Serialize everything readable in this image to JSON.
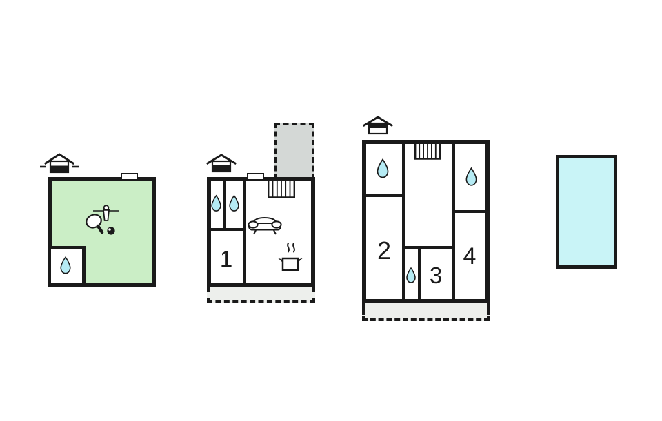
{
  "scene": {
    "type": "vacation-home-floor-plan",
    "background": "#ffffff"
  },
  "colors": {
    "wall": "#1a1a1a",
    "annex_floor_fill": "#cbeec6",
    "water_drop_fill": "#b5ebf4",
    "pool_fill": "#c9f4f7",
    "terrace_attached_fill": "#d4d8d6",
    "terrace_open_fill": "#edefec"
  },
  "annex": {
    "level_icon": "house-level-ground-detached",
    "icons": [
      "water-drop",
      "table-tennis-paddle",
      "table-tennis-ball",
      "foosball-player",
      "billiard-eight-ball"
    ]
  },
  "ground_floor": {
    "level_icon": "house-level-ground",
    "room_label": "1",
    "icons": [
      "water-drop",
      "water-drop",
      "stairs",
      "sofa",
      "cooking-pot-with-steam"
    ]
  },
  "first_floor": {
    "level_icon": "house-level-first",
    "room_2_label": "2",
    "room_3_label": "3",
    "room_4_label": "4",
    "icons": [
      "water-drop",
      "water-drop",
      "water-drop",
      "stairs"
    ]
  },
  "pool": {
    "icon": "swimming-pool"
  }
}
